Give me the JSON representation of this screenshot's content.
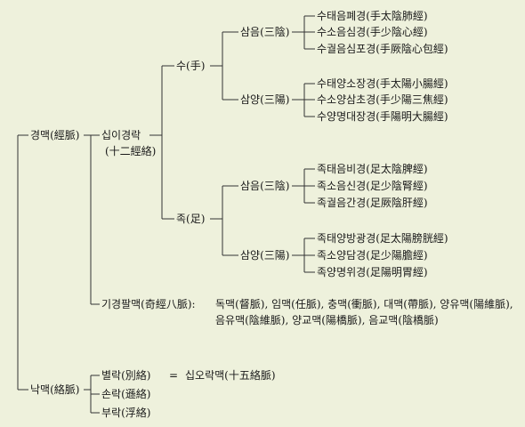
{
  "root": {
    "jingmai": {
      "label": "경맥(經脈)",
      "twelve": {
        "label_ko": "십이경락",
        "label_hanja": "(十二經絡)",
        "hand": {
          "label": "수(手)",
          "yin": {
            "label": "삼음(三陰)",
            "items": [
              "수태음폐경(手太陰肺經)",
              "수소음심경(手少陰心經)",
              "수궐음심포경(手厥陰心包經)"
            ]
          },
          "yang": {
            "label": "삼양(三陽)",
            "items": [
              "수태양소장경(手太陽小腸經)",
              "수소양삼초경(手少陽三焦經)",
              "수양명대장경(手陽明大腸經)"
            ]
          }
        },
        "foot": {
          "label": "족(足)",
          "yin": {
            "label": "삼음(三陰)",
            "items": [
              "족태음비경(足太陰脾經)",
              "족소음신경(足少陰腎經)",
              "족궐음간경(足厥陰肝經)"
            ]
          },
          "yang": {
            "label": "삼양(三陽)",
            "items": [
              "족태양방광경(足太陽膀胱經)",
              "족소양담경(足少陽膽經)",
              "족양명위경(足陽明胃經)"
            ]
          }
        }
      },
      "eight": {
        "label": "기경팔맥(奇經八脈):",
        "description": "독맥(督脈), 임맥(任脈), 충맥(衝脈), 대맥(帶脈), 양유맥(陽維脈), 음유맥(陰維脈), 양교맥(陽橋脈), 음교맥(陰橋脈)"
      }
    },
    "luomai": {
      "label": "낙맥(絡脈)",
      "items": [
        {
          "label": "별락(別絡)",
          "equals": "=",
          "equivalent": "십오락맥(十五絡脈)"
        },
        {
          "label": "손락(遜絡)"
        },
        {
          "label": "부락(浮絡)"
        }
      ]
    }
  }
}
